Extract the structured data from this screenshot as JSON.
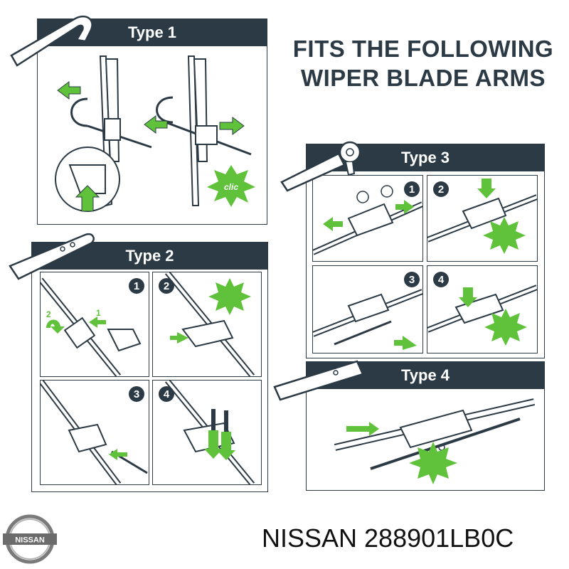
{
  "heading": {
    "line1": "FITS THE FOLLOWING",
    "line2": "WIPER BLADE ARMS"
  },
  "types": {
    "type1": {
      "title": "Type 1"
    },
    "type2": {
      "title": "Type 2",
      "steps": [
        "1",
        "2",
        "3",
        "4"
      ]
    },
    "type3": {
      "title": "Type 3",
      "steps": [
        "1",
        "2",
        "3",
        "4"
      ]
    },
    "type4": {
      "title": "Type 4"
    }
  },
  "click_label": "clic",
  "arrow_numbers": {
    "a": "1",
    "b": "2"
  },
  "brand": {
    "logo_text": "NISSAN",
    "part_label": "NISSAN 288901LB0C"
  },
  "colors": {
    "header": "#2b3a45",
    "accent_green": "#5fc23a",
    "line": "#2b3a45"
  }
}
